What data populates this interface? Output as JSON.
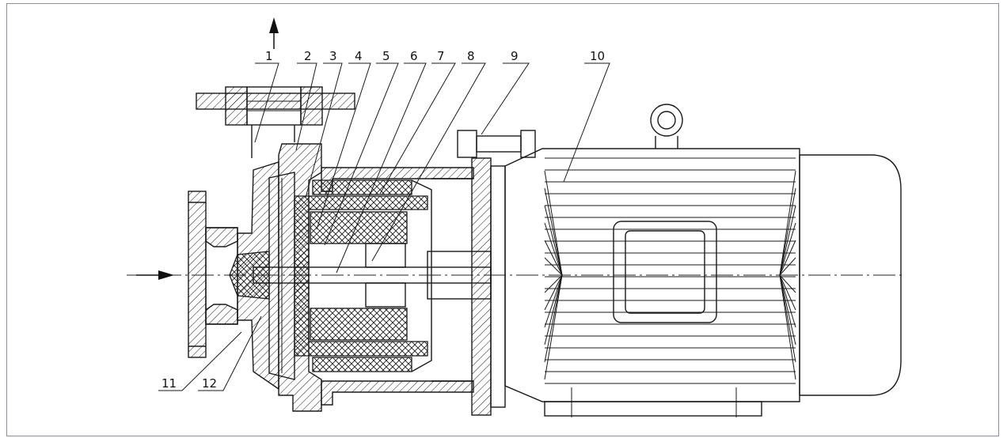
{
  "diagram": {
    "part_labels": [
      "1",
      "2",
      "3",
      "4",
      "5",
      "6",
      "7",
      "8",
      "9",
      "10",
      "11",
      "12"
    ],
    "colors": {
      "frame": "#8b8ba6",
      "ink": "#1a1a1a"
    }
  }
}
